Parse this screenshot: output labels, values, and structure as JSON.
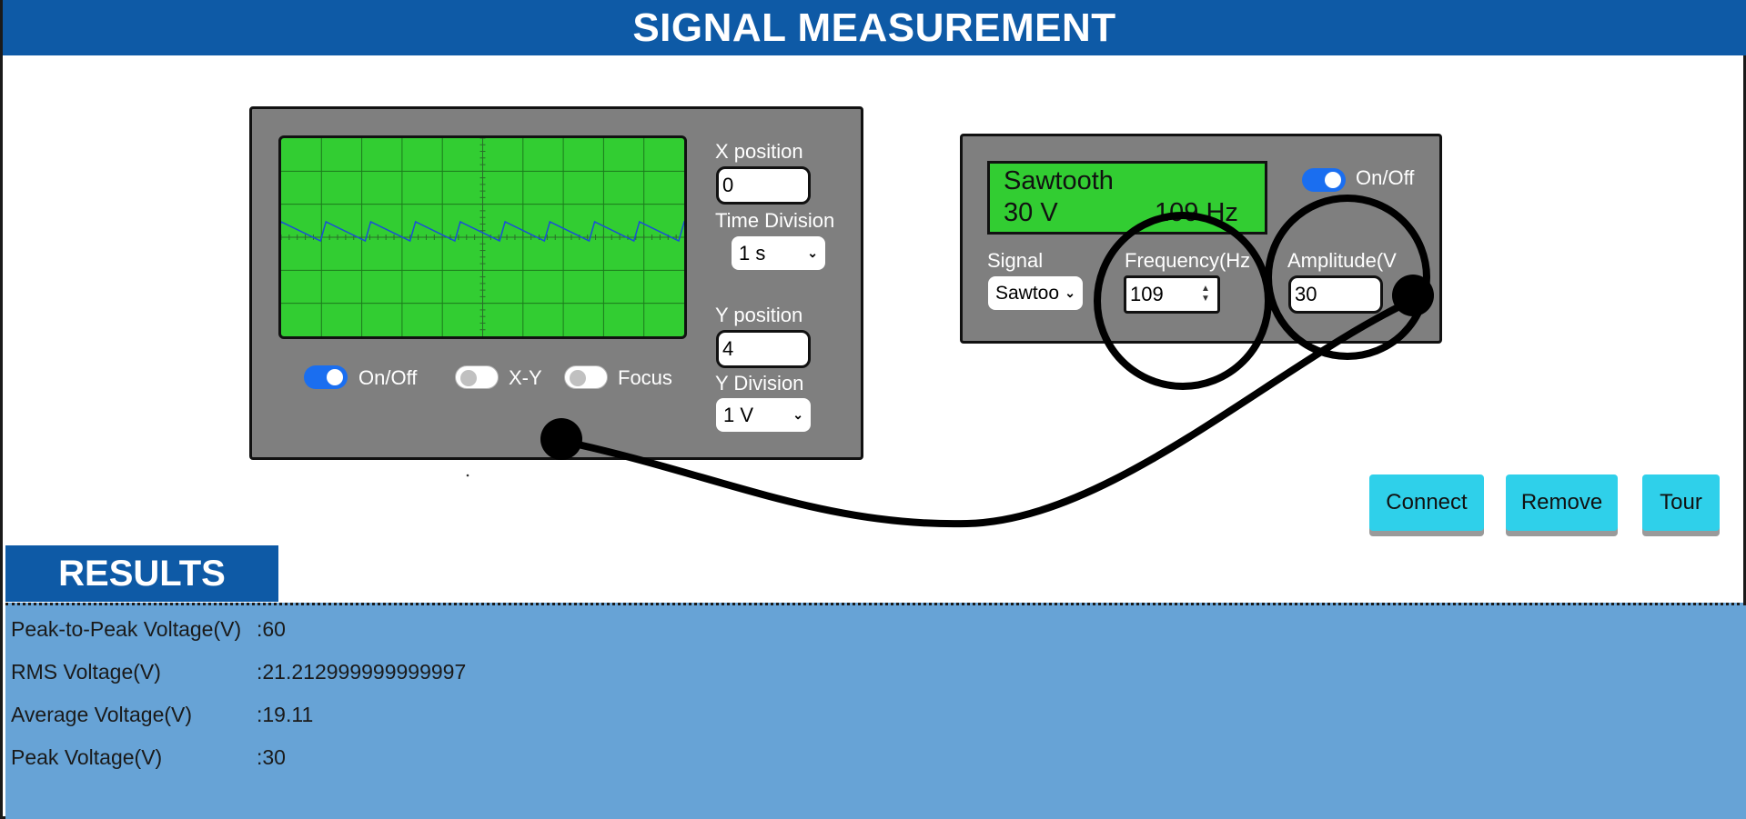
{
  "title": "SIGNAL MEASUREMENT",
  "oscilloscope": {
    "x_position_label": "X position",
    "x_position_value": "0",
    "time_division_label": "Time Division",
    "time_division_value": "1 s",
    "y_position_label": "Y position",
    "y_position_value": "4",
    "y_division_label": "Y Division",
    "y_division_value": "1 V",
    "toggles": {
      "power_label": "On/Off",
      "power_on": true,
      "xy_label": "X-Y",
      "xy_on": false,
      "focus_label": "Focus",
      "focus_on": false
    },
    "screen": {
      "background": "#32cd32",
      "trace_color": "#1a4fd6",
      "waveform": "sawtooth",
      "cycles_visible": 9
    }
  },
  "generator": {
    "display_signal": "Sawtooth",
    "display_amplitude": "30 V",
    "display_frequency": "109 Hz",
    "power_label": "On/Off",
    "power_on": true,
    "signal_label": "Signal",
    "signal_value": "Sawtoo",
    "frequency_label": "Frequency(Hz",
    "frequency_value": "109",
    "amplitude_label": "Amplitude(V",
    "amplitude_value": "30"
  },
  "buttons": {
    "connect": "Connect",
    "remove": "Remove",
    "tour": "Tour",
    "color": "#2fd0ea"
  },
  "results": {
    "heading": "RESULTS",
    "rows": [
      {
        "label": "Peak-to-Peak Voltage(V)",
        "value": ":60"
      },
      {
        "label": "RMS Voltage(V)",
        "value": ":21.212999999999997"
      },
      {
        "label": "Average Voltage(V)",
        "value": ":19.11"
      },
      {
        "label": "Peak Voltage(V)",
        "value": ":30"
      }
    ]
  },
  "colors": {
    "header_blue": "#0e5aa6",
    "panel_gray": "#7f7f7f",
    "results_blue": "#67a3d6",
    "toggle_on": "#1a6ef0"
  }
}
